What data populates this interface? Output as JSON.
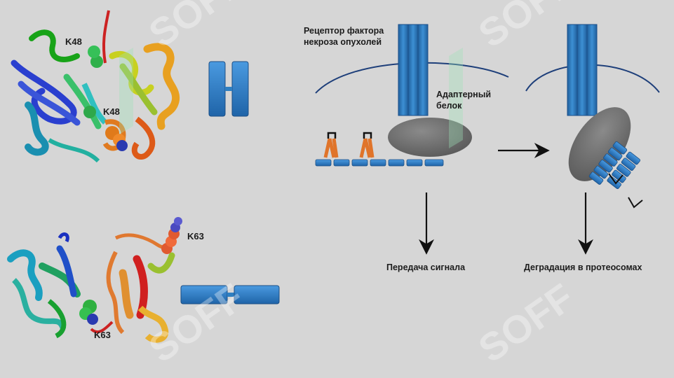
{
  "labels": {
    "k48_top": "K48",
    "k48_mid": "K48",
    "k63_top": "K63",
    "k63_bottom": "K63",
    "receptor_line1": "Рецептор фактора",
    "receptor_line2": "некроза опухолей",
    "adapter_line1": "Адаптерный",
    "adapter_line2": "белок",
    "signal": "Передача сигнала",
    "degradation": "Деградация в протеосомах"
  },
  "watermark": {
    "text": "SOFF"
  },
  "colors": {
    "background": "#d6d6d6",
    "receptor_blue": "#2f7fc1",
    "ubiquitin_blue": "#3b86cc",
    "adapter_gray": "#707070",
    "membrane": "#1e3f7a",
    "linker_orange": "#e0742a",
    "arrow": "#111111",
    "watermark_green": "#9fe3b8"
  }
}
